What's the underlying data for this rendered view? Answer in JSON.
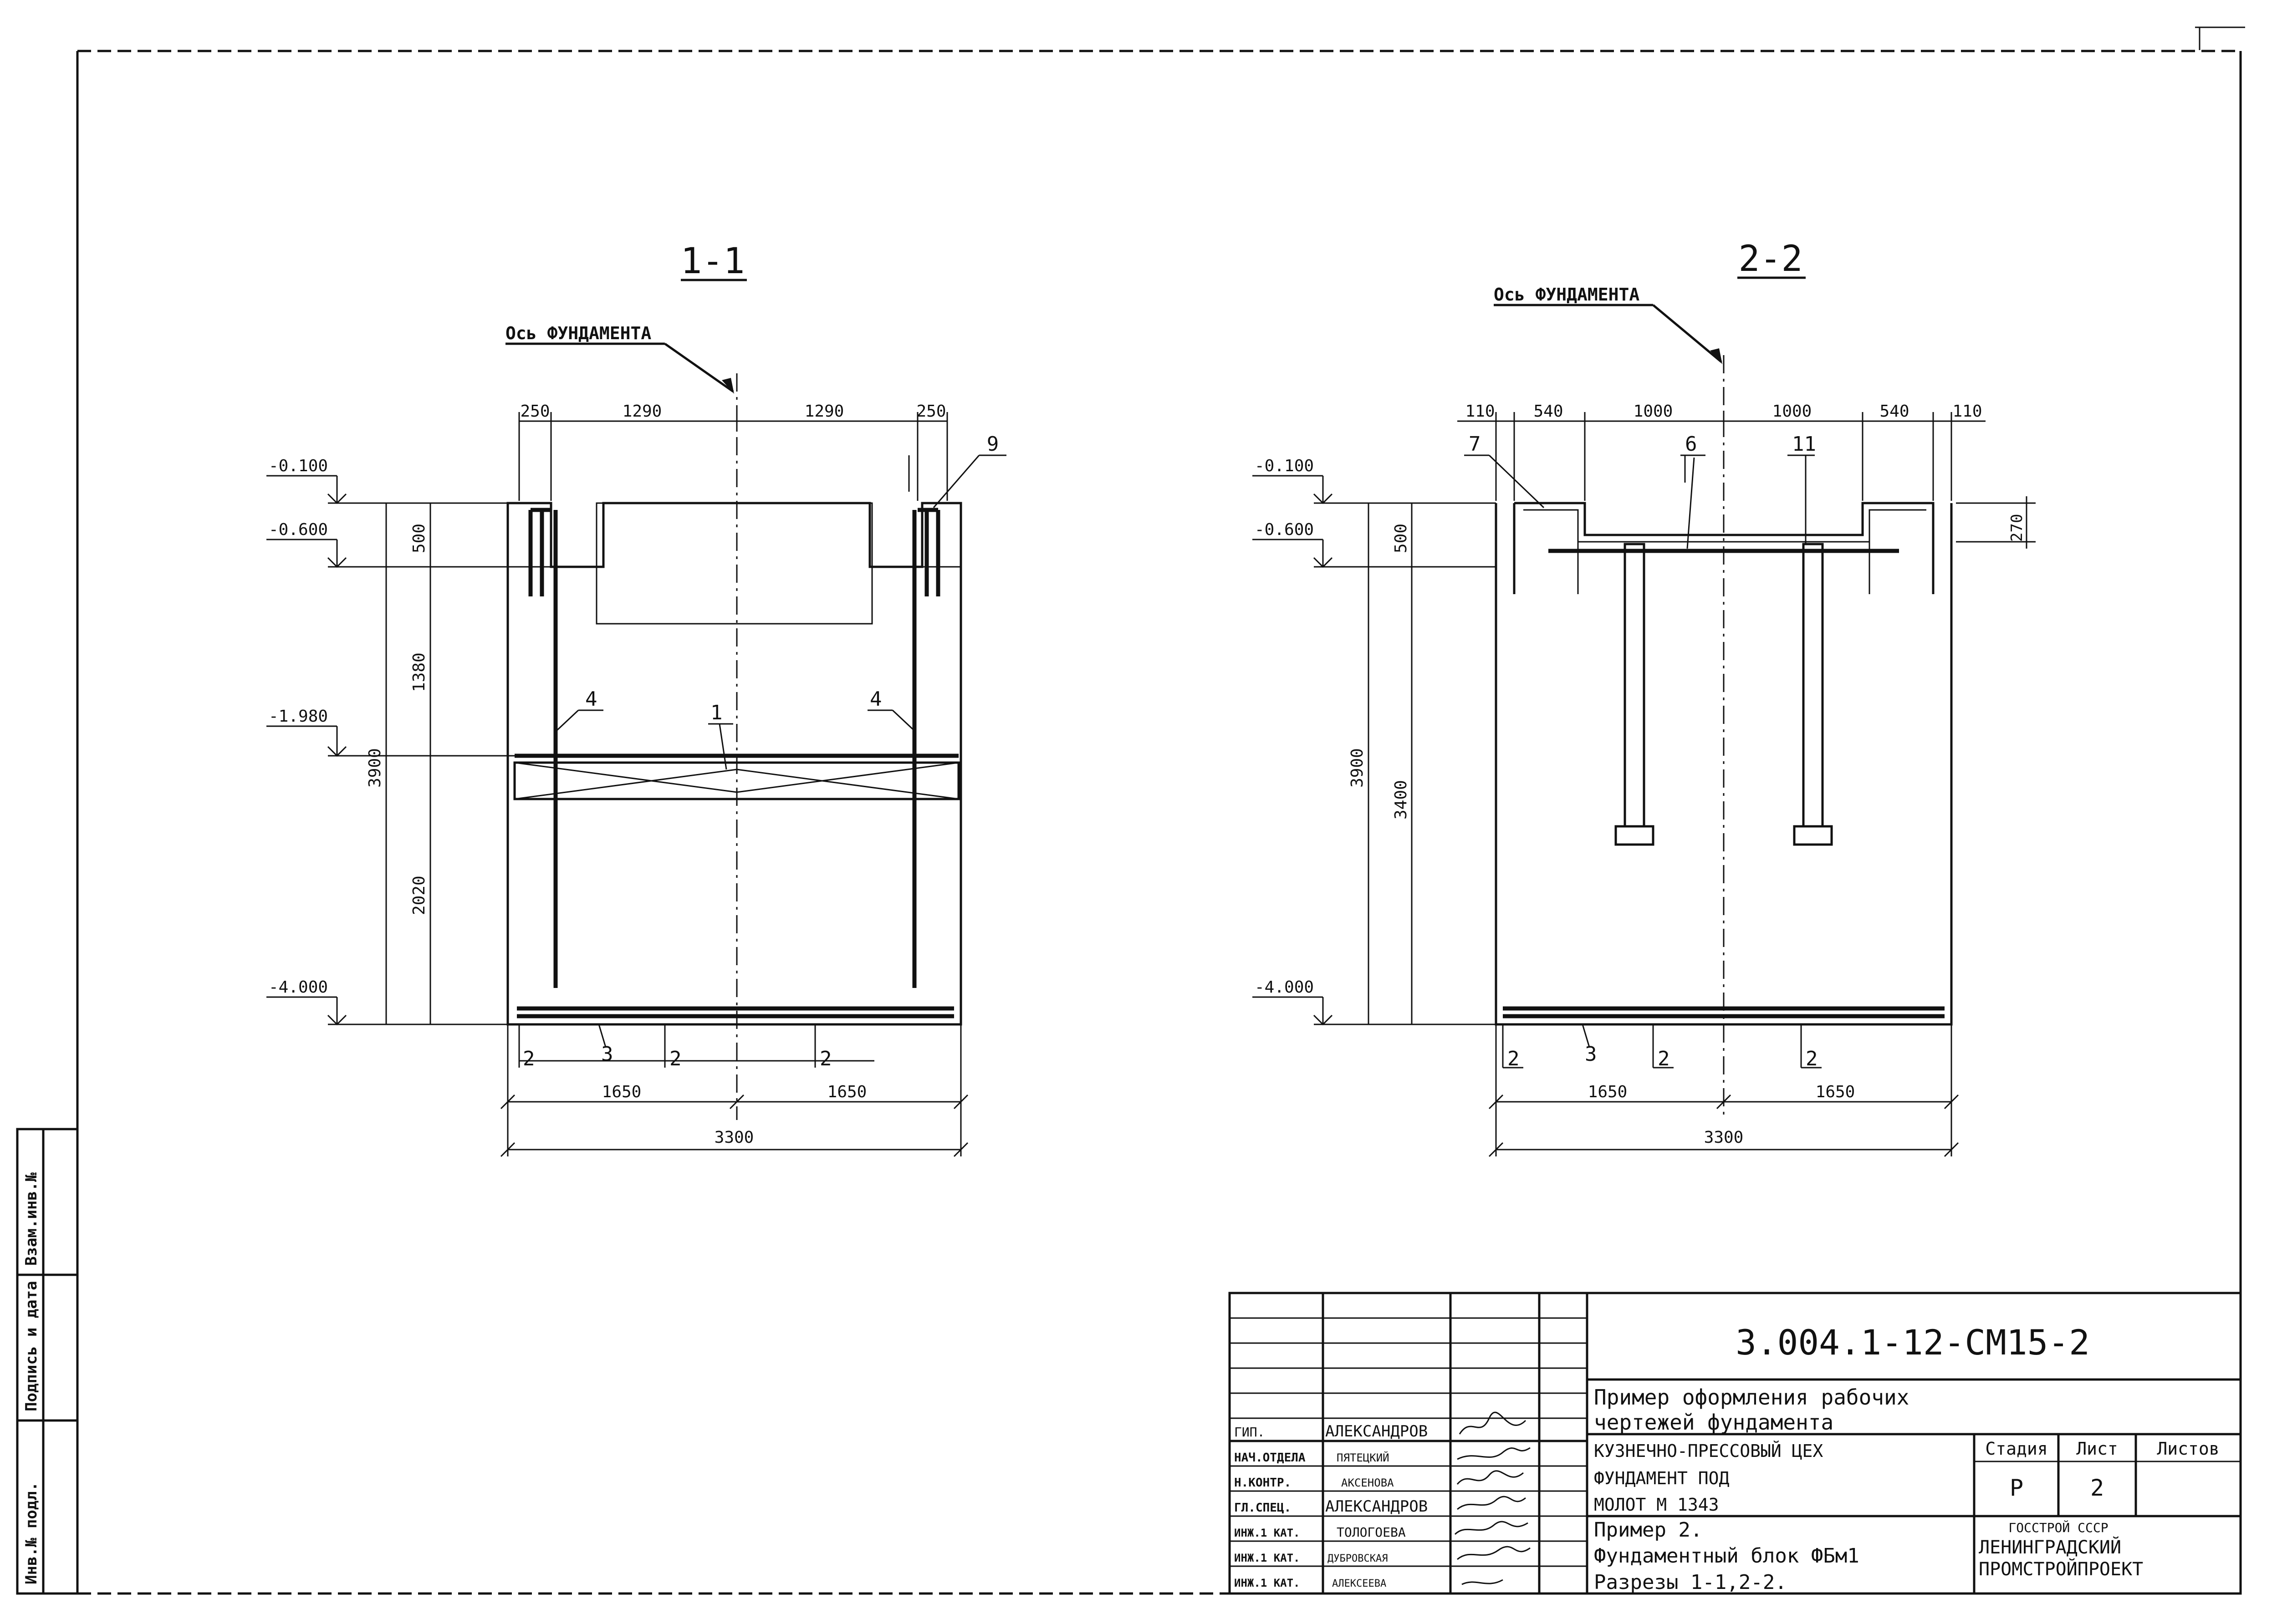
{
  "colors": {
    "ink": "#111111",
    "paper": "#ffffff"
  },
  "sections": {
    "s11": {
      "title": "1-1",
      "axis_label": "Ось ФУНДАМЕНТА",
      "dims_top": [
        "250",
        "1290",
        "1290",
        "250"
      ],
      "elevations": [
        "-0.100",
        "-0.600",
        "-1.980",
        "-4.000"
      ],
      "dims_vertical": [
        "500",
        "1380",
        "3900",
        "2020"
      ],
      "dims_bottom": [
        "1650",
        "1650"
      ],
      "dim_total": "3300",
      "callouts": [
        "9",
        "4",
        "1",
        "4",
        "2",
        "3",
        "2",
        "2"
      ]
    },
    "s22": {
      "title": "2-2",
      "axis_label": "Ось ФУНДАМЕНТА",
      "dims_top": [
        "110",
        "540",
        "1000",
        "1000",
        "540",
        "110"
      ],
      "elevations": [
        "-0.100",
        "-0.600",
        "-4.000"
      ],
      "dims_vertical": [
        "500",
        "3900",
        "3400"
      ],
      "dim_right": "270",
      "dims_bottom": [
        "1650",
        "1650"
      ],
      "dim_total": "3300",
      "callouts": [
        "7",
        "6",
        "11",
        "2",
        "3",
        "2",
        "2"
      ]
    }
  },
  "left_stamp": [
    "Инв.№ подл.",
    "Подпись и дата",
    "Взам.инв.№"
  ],
  "title_block": {
    "doc_code": "3.004.1-12-СМ15-2",
    "example_title": [
      "Пример оформления рабочих",
      "чертежей фундамента"
    ],
    "object": [
      "КУЗНЕЧНО-ПРЕССОВЫЙ ЦЕХ",
      "ФУНДАМЕНТ ПОД",
      "МОЛОТ  М 1343"
    ],
    "sheet_title": [
      "Пример 2.",
      "Фундаментный блок ФБм1",
      "Разрезы 1-1,2-2."
    ],
    "stage_header": "Стадия",
    "sheet_header": "Лист",
    "sheets_header": "Листов",
    "stage": "Р",
    "sheet": "2",
    "org": [
      "ГОССТРОЙ СССР",
      "ЛЕНИНГРАДСКИЙ",
      "ПРОМСТРОЙПРОЕКТ"
    ],
    "people": [
      {
        "role": "ГИП.",
        "name": "АЛЕКСАНДРОВ"
      },
      {
        "role": "НАЧ.ОТДЕЛА",
        "name": "ПЯТЕЦКИЙ"
      },
      {
        "role": "Н.КОНТР.",
        "name": "АКСЕНОВА"
      },
      {
        "role": "ГЛ.СПЕЦ.",
        "name": "АЛЕКСАНДРОВ"
      },
      {
        "role": "ИНЖ.1 КАТ.",
        "name": "ТОЛОГОЕВА"
      },
      {
        "role": "ИНЖ.1 КАТ.",
        "name": "ДУБРОВСКАЯ"
      },
      {
        "role": "ИНЖ.1 КАТ.",
        "name": "АЛЕКСЕЕВА"
      }
    ]
  }
}
